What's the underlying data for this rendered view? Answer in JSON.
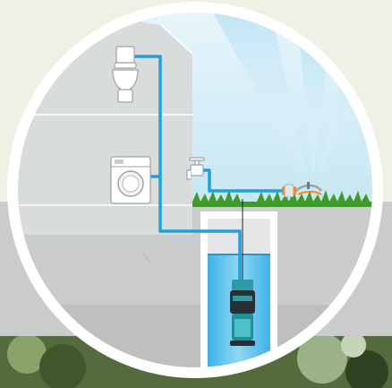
{
  "scene": {
    "background_color": "#eef2e4",
    "ring_color": "#ffffff",
    "wall_color": "#d9dcdd",
    "ground_color": "#c9cbcc",
    "deep_ground_color": "#bdbfc0",
    "sky_color": "#d8eef7",
    "pipe_color": "#1ea1dc",
    "water_color": "#5cc1ee",
    "grass_color": "#3f9b2a",
    "pump_color": "#2c9ba6",
    "hose_connector_color": "#f08a24"
  },
  "components": [
    {
      "id": "toilet",
      "icon": "toilet-icon"
    },
    {
      "id": "washing-machine",
      "icon": "washing-machine-icon"
    },
    {
      "id": "outdoor-tap",
      "icon": "tap-icon"
    },
    {
      "id": "garden-sprinkler",
      "icon": "sprinkler-icon"
    },
    {
      "id": "well-shaft",
      "icon": "well-icon"
    },
    {
      "id": "submersible-pump",
      "icon": "pump-icon"
    }
  ]
}
